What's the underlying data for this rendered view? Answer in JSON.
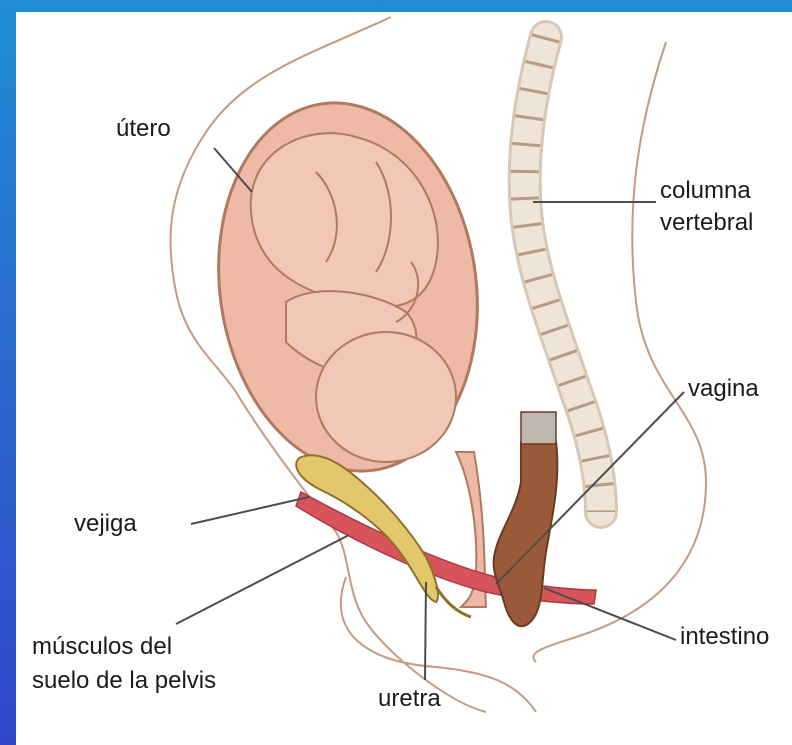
{
  "labels": {
    "utero": "útero",
    "columna_line1": "columna",
    "columna_line2": "vertebral",
    "vagina": "vagina",
    "vejiga": "vejiga",
    "musculos_line1": "músculos del",
    "musculos_line2": "suelo de la pelvis",
    "uretra": "uretra",
    "intestino": "intestino"
  },
  "colors": {
    "background": "#2a6fd0",
    "outline": "#b07a5e",
    "uterus_fill": "#eeb9a6",
    "fetus_fill": "#f1c7b7",
    "spine_fill": "#efe4d8",
    "bladder_fill": "#e2c86a",
    "muscle_fill": "#d8545b",
    "intestine_fill": "#9a5a3a"
  }
}
